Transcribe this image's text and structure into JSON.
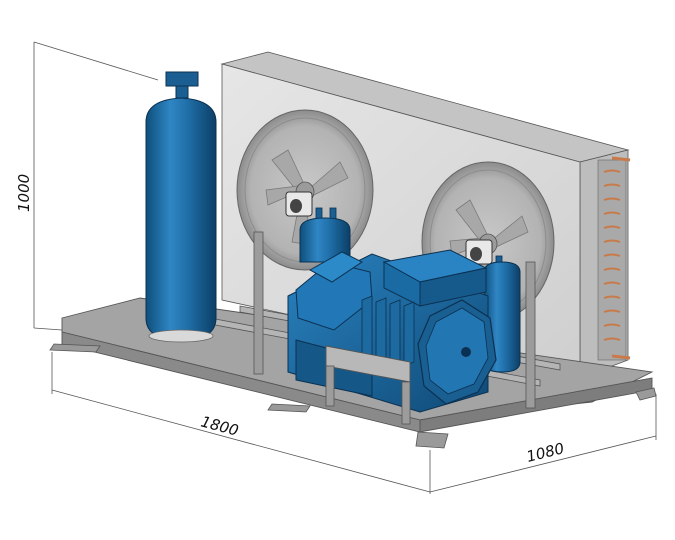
{
  "dimensions": {
    "height_label": "1000",
    "length_label": "1800",
    "depth_label": "1080"
  },
  "colors": {
    "equipment_blue": "#1e6fa8",
    "frame_gray": "#9a9a9a",
    "condenser_panel": "#d9d9d9",
    "copper": "#c87a4a"
  }
}
